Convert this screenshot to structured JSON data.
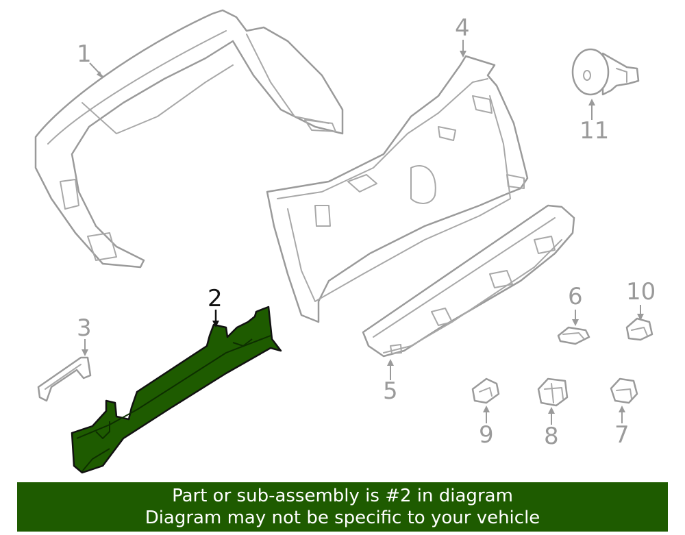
{
  "callouts": {
    "c1": "1",
    "c2": "2",
    "c3": "3",
    "c4": "4",
    "c5": "5",
    "c6": "6",
    "c7": "7",
    "c8": "8",
    "c9": "9",
    "c10": "10",
    "c11": "11"
  },
  "highlighted_part": "2",
  "colors": {
    "highlight": "#1e5b00",
    "line": "#9a9a9a",
    "banner_text": "#ffffff"
  },
  "banner": {
    "line1": "Part or sub-assembly is #2 in diagram",
    "line2": "Diagram may not be specific to your vehicle"
  }
}
